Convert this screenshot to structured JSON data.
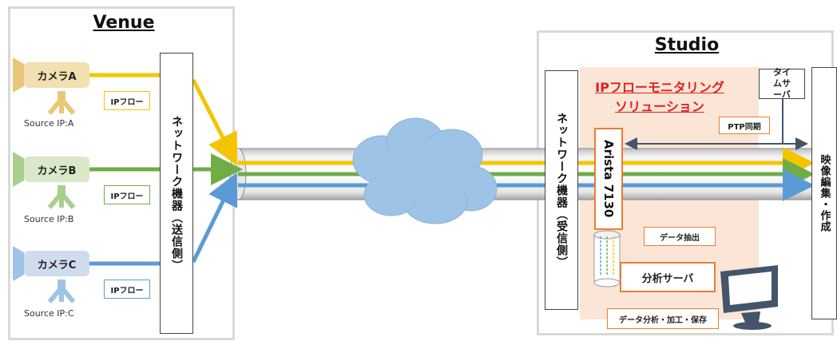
{
  "venue": {
    "title": "Venue",
    "cameras": [
      {
        "label": "カメラA",
        "source": "Source IP:A",
        "color": "#f5c400",
        "body_color": "#e8c77a",
        "label_bg": "#f2e0b0"
      },
      {
        "label": "カメラB",
        "source": "Source IP:B",
        "color": "#70ad47",
        "body_color": "#a9cf8e",
        "label_bg": "#d8e8c8"
      },
      {
        "label": "カメラC",
        "source": "Source IP:C",
        "color": "#5b9bd5",
        "body_color": "#9dc3e6",
        "label_bg": "#cfdced"
      }
    ],
    "flow_label": "IPフロー",
    "sender_device": "ネットワーク機器（送信側）"
  },
  "studio": {
    "title": "Studio",
    "receiver_device": "ネットワーク機器（受信側）",
    "monitoring_title_line1": "IPフローモニタリング",
    "monitoring_title_line2": "ソリューション",
    "switch_label": "Arista 7130",
    "time_server": "タイムサーバ",
    "ptp_label": "PTP同期",
    "extract_label": "データ抽出",
    "analysis_server": "分析サーバ",
    "process_label": "データ分析・加工・保存",
    "editing": "映像編集・作成"
  },
  "colors": {
    "yellow": "#f5c400",
    "green": "#70ad47",
    "blue": "#5b9bd5",
    "orange": "#ed7d31",
    "red": "#e02020",
    "peach": "#fbe5d6"
  }
}
